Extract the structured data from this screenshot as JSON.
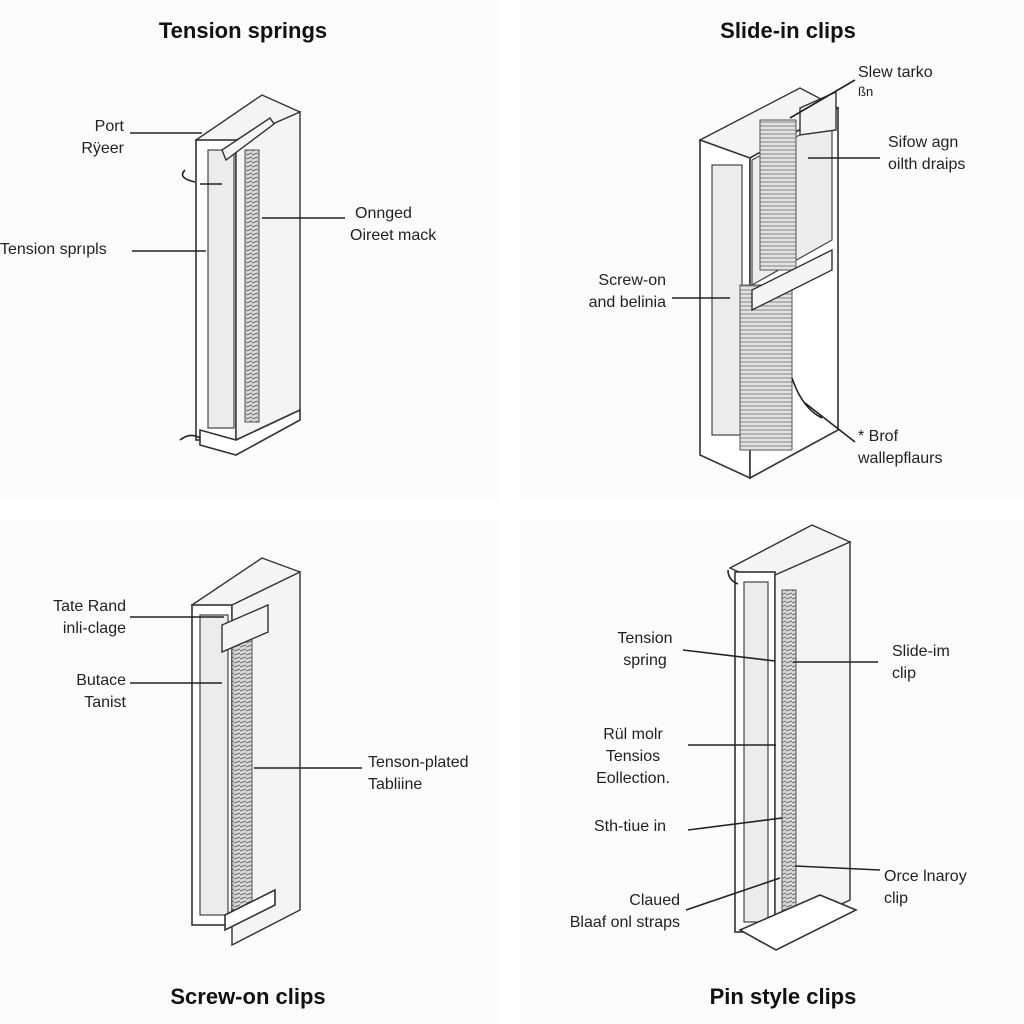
{
  "panels": [
    {
      "title": "Tension springs",
      "labels": [
        {
          "lines": [
            "Port",
            "Rÿeer"
          ]
        },
        {
          "lines": [
            "Tension sprıpls"
          ]
        },
        {
          "lines": [
            "Onnged",
            "Oireet mack"
          ]
        }
      ]
    },
    {
      "title": "Slide-in clips",
      "labels": [
        {
          "lines": [
            "Slew tarko",
            "ßn"
          ]
        },
        {
          "lines": [
            "Sifow agn",
            "oilth draips"
          ]
        },
        {
          "lines": [
            "Screw-on",
            "and belinia"
          ]
        },
        {
          "lines": [
            "* Brof",
            "wallepflaurs"
          ]
        }
      ]
    },
    {
      "title": "Screw-on clips",
      "labels": [
        {
          "lines": [
            "Tate Rand",
            "inli-clage"
          ]
        },
        {
          "lines": [
            "Butace",
            "Tanist"
          ]
        },
        {
          "lines": [
            "Tenson-plated",
            "Tabliine"
          ]
        }
      ]
    },
    {
      "title": "Pin style clips",
      "labels": [
        {
          "lines": [
            "Tension",
            "spring"
          ]
        },
        {
          "lines": [
            "Slide-im",
            "clip"
          ]
        },
        {
          "lines": [
            "Rül molr",
            "Tensios",
            "Eollection."
          ]
        },
        {
          "lines": [
            "Sth-tiue in"
          ]
        },
        {
          "lines": [
            "Orce lnaroy",
            "clip"
          ]
        },
        {
          "lines": [
            "Claued",
            "Blaaf onl straps"
          ]
        }
      ]
    }
  ]
}
